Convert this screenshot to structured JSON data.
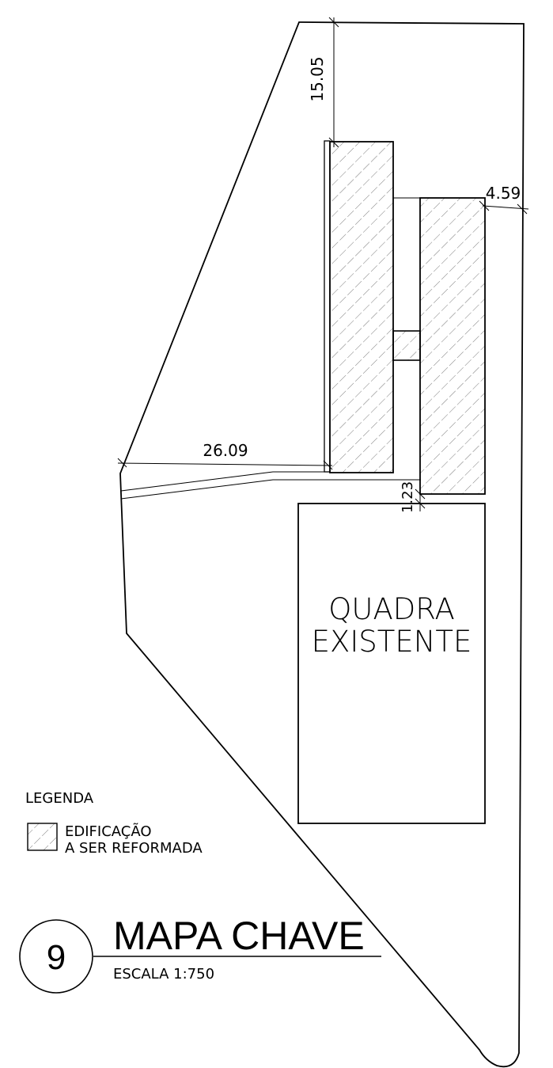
{
  "drawing": {
    "dimensions": {
      "top_setback": "15.05",
      "right_setback": "4.59",
      "left_distance": "26.09",
      "gap": "1.23"
    },
    "court_label": {
      "line1": "QUADRA",
      "line2": "EXISTENTE"
    },
    "legend": {
      "title": "LEGENDA",
      "item_line1": "EDIFICAÇÃO",
      "item_line2": "A SER REFORMADA"
    },
    "title_block": {
      "number": "9",
      "title": "MAPA CHAVE",
      "scale": "ESCALA 1:750"
    }
  }
}
